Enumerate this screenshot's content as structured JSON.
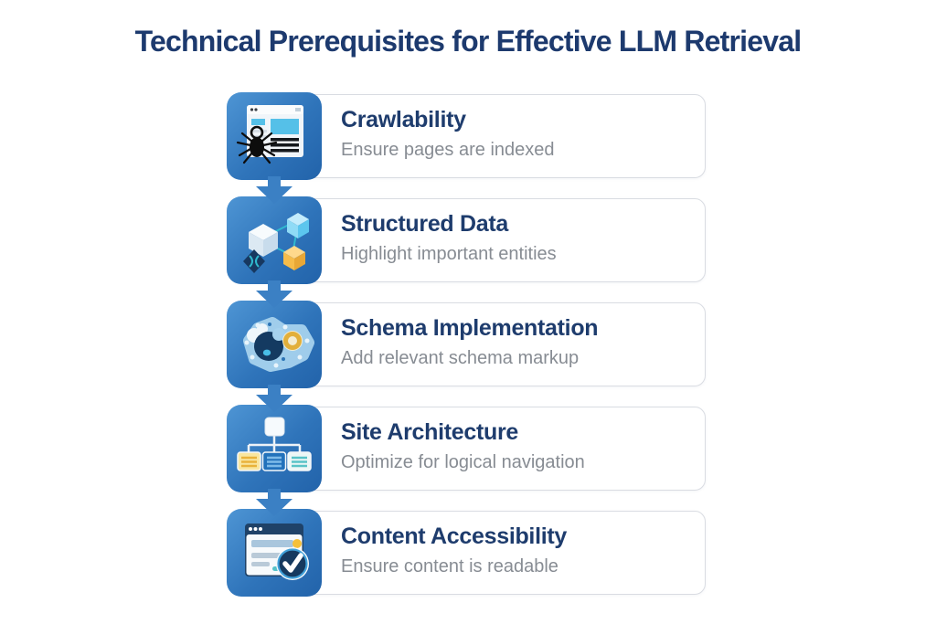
{
  "title": {
    "text": "Technical Prerequisites for Effective LLM Retrieval"
  },
  "steps": [
    {
      "title": "Crawlability",
      "subtitle": "Ensure pages are indexed",
      "icon": "spider-webpage-icon"
    },
    {
      "title": "Structured Data",
      "subtitle": "Highlight important entities",
      "icon": "linked-cubes-icon"
    },
    {
      "title": "Schema Implementation",
      "subtitle": "Add relevant schema markup",
      "icon": "gear-blob-icon"
    },
    {
      "title": "Site Architecture",
      "subtitle": "Optimize for logical navigation",
      "icon": "sitemap-icon"
    },
    {
      "title": "Content Accessibility",
      "subtitle": "Ensure content is readable",
      "icon": "checked-page-icon"
    }
  ],
  "colors": {
    "page_bg": "#ffffff",
    "title_navy": "#1d3a6e",
    "card_title_navy": "#1e3c6d",
    "subtitle_gray": "#878c93",
    "card_border": "#d9dce2",
    "card_bg": "#ffffff",
    "tile_blue_light": "#4e95d4",
    "tile_blue_dark": "#2263aa",
    "arrow_blue": "#3b80c4"
  }
}
